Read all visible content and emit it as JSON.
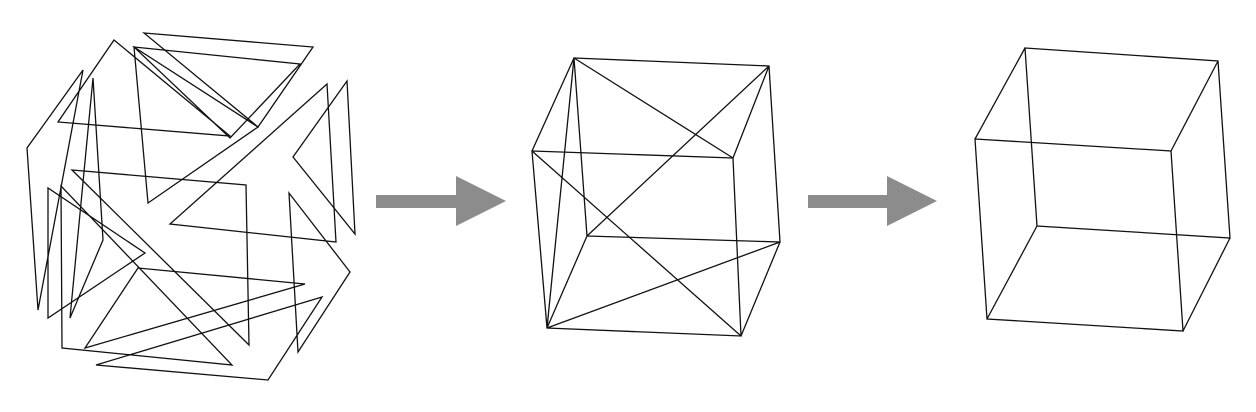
{
  "diagram": {
    "stages": [
      {
        "id": "scattered-triangles",
        "description_shown": false
      },
      {
        "id": "assembled-triangulated-cube",
        "description_shown": false
      },
      {
        "id": "wireframe-cube",
        "description_shown": false
      }
    ],
    "arrows": [
      {
        "from": "scattered-triangles",
        "to": "assembled-triangulated-cube"
      },
      {
        "from": "assembled-triangulated-cube",
        "to": "wireframe-cube"
      }
    ],
    "colors": {
      "line": "#111111",
      "arrow": "#8c8c8c",
      "background": "#ffffff"
    }
  }
}
